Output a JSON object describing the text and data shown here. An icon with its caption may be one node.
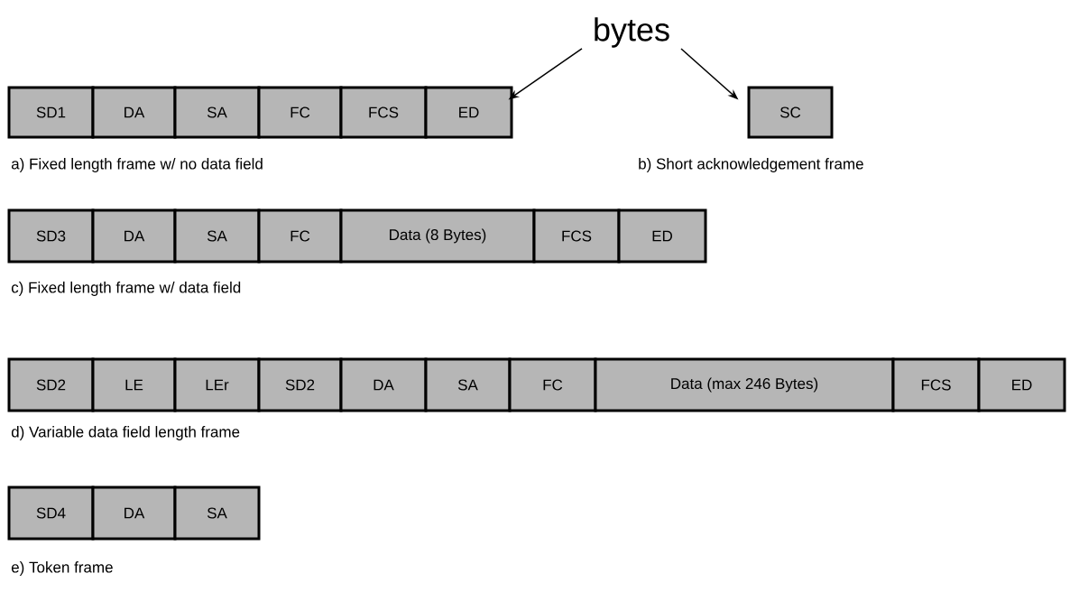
{
  "diagram": {
    "nodes": [
      {
        "text": [
          "bytes"
        ]
      },
      {
        "text": [
          "SD1"
        ]
      },
      {
        "text": [
          "DA"
        ]
      },
      {
        "text": [
          "SA"
        ]
      },
      {
        "text": [
          "FC"
        ]
      },
      {
        "text": [
          "FCS"
        ]
      },
      {
        "text": [
          "ED"
        ]
      },
      {
        "text": [
          "SC"
        ]
      },
      {
        "text": [
          "SD3"
        ]
      },
      {
        "text": [
          "DA"
        ]
      },
      {
        "text": [
          "SA"
        ]
      },
      {
        "text": [
          "FC"
        ]
      },
      {
        "text": [
          "Data (8 Bytes)"
        ]
      },
      {
        "text": [
          "FCS"
        ]
      },
      {
        "text": [
          "ED"
        ]
      },
      {
        "text": [
          "SD2"
        ]
      },
      {
        "text": [
          "LE"
        ]
      },
      {
        "text": [
          "LEr"
        ]
      },
      {
        "text": [
          "SD2"
        ]
      },
      {
        "text": [
          "DA"
        ]
      },
      {
        "text": [
          "SA"
        ]
      },
      {
        "text": [
          "FC"
        ]
      },
      {
        "text": [
          "Data (max 246 Bytes)"
        ]
      },
      {
        "text": [
          "FCS"
        ]
      },
      {
        "text": [
          "ED"
        ]
      },
      {
        "text": [
          "SD4"
        ]
      },
      {
        "text": [
          "DA"
        ]
      },
      {
        "text": [
          "SA"
        ]
      }
    ],
    "edges": [
      {
        "from": 0,
        "to": 6,
        "arrow": "to"
      },
      {
        "from": 0,
        "to": 7,
        "arrow": "to"
      }
    ],
    "labels": [
      "a) Fixed length frame w/ no data field",
      "b) Short acknowledgement frame",
      "c) Fixed length frame w/ data field",
      "d) Variable data field length frame",
      "e) Token frame"
    ]
  }
}
